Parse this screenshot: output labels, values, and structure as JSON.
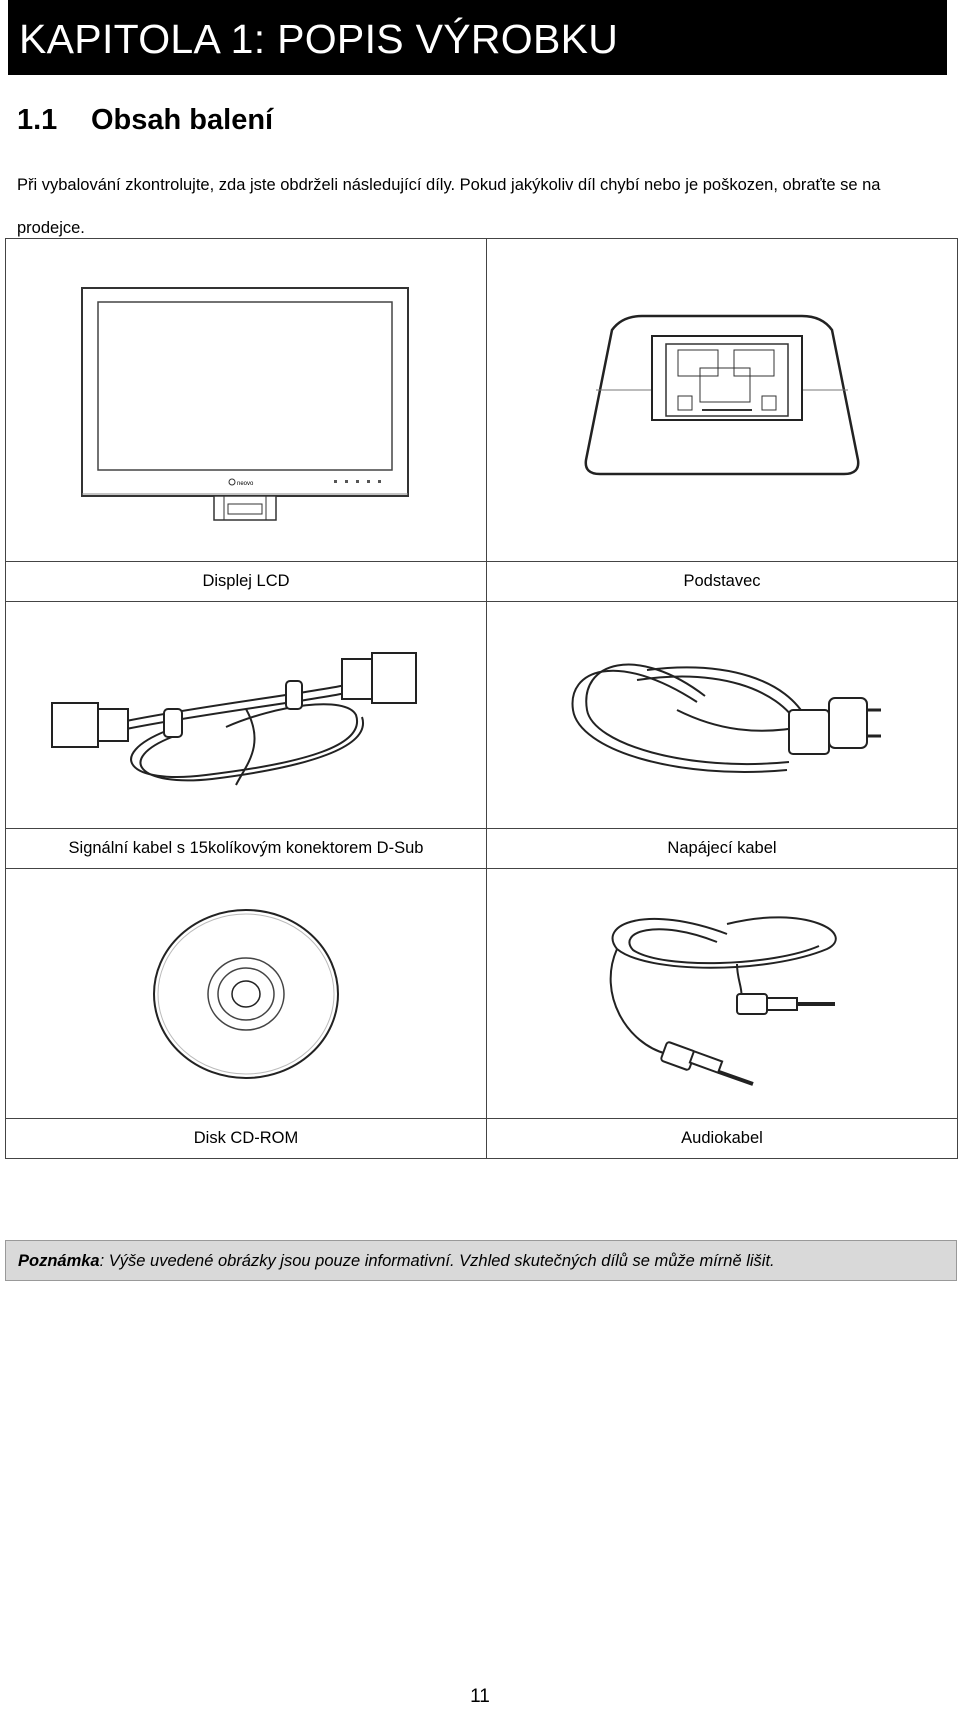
{
  "chapter": {
    "title": "KAPITOLA 1: POPIS VÝROBKU"
  },
  "section": {
    "number": "1.1",
    "title": "Obsah balení"
  },
  "intro": "Při vybalování zkontrolujte, zda jste obdrželi následující díly. Pokud jakýkoliv díl chybí nebo je poškozen, obraťte se na prodejce.",
  "items": [
    {
      "caption": "Displej LCD",
      "icon": "lcd-display-illustration",
      "logo_text": "neovo"
    },
    {
      "caption": "Podstavec",
      "icon": "stand-base-illustration"
    },
    {
      "caption": "Signální kabel s 15kolíkovým konektorem D-Sub",
      "icon": "dsub-cable-illustration"
    },
    {
      "caption": "Napájecí kabel",
      "icon": "power-cable-illustration"
    },
    {
      "caption": "Disk CD-ROM",
      "icon": "cd-rom-illustration"
    },
    {
      "caption": "Audiokabel",
      "icon": "audio-cable-illustration"
    }
  ],
  "note": {
    "label": "Poznámka",
    "text": ": Výše uvedené obrázky jsou pouze informativní. Vzhled skutečných dílů se může mírně lišit."
  },
  "page_number": "11"
}
